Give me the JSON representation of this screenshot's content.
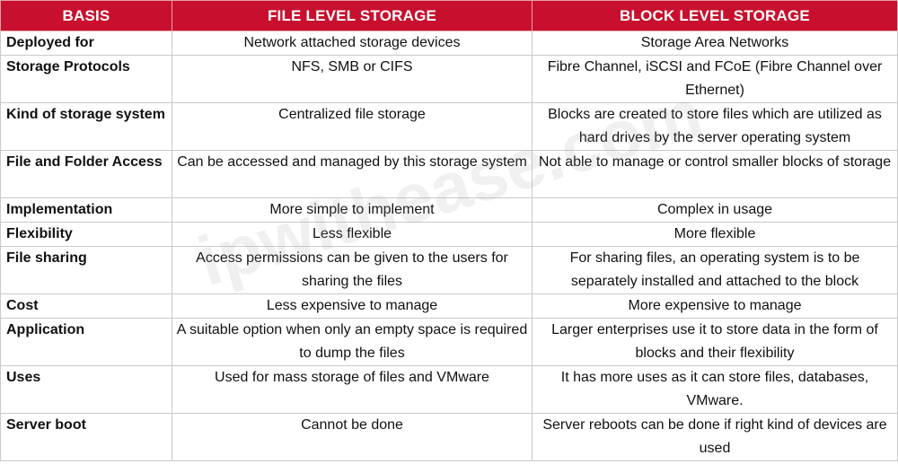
{
  "headers": {
    "basis": "BASIS",
    "file": "FILE LEVEL STORAGE",
    "block": "BLOCK LEVEL STORAGE"
  },
  "rows": [
    {
      "basis": "Deployed for",
      "file": "Network attached storage devices",
      "block": "Storage Area Networks"
    },
    {
      "basis": "Storage Protocols",
      "file": "NFS, SMB or CIFS",
      "block": "Fibre Channel, iSCSI and FCoE (Fibre Channel over Ethernet)"
    },
    {
      "basis": "Kind of storage system",
      "file": "Centralized file storage",
      "block": "Blocks are created to store files which are utilized as hard drives by the server operating system"
    },
    {
      "basis": "File and Folder Access",
      "file": "Can be accessed and managed by this storage system",
      "block": "Not able to manage or control smaller blocks of storage"
    },
    {
      "basis": "Implementation",
      "file": "More simple to implement",
      "block": "Complex in usage"
    },
    {
      "basis": "Flexibility",
      "file": "Less flexible",
      "block": "More flexible"
    },
    {
      "basis": "File sharing",
      "file": "Access permissions can be given to the users for sharing the files",
      "block": "For sharing files, an operating system is to be separately installed and attached to the block"
    },
    {
      "basis": "Cost",
      "file": "Less expensive to manage",
      "block": "More expensive to manage"
    },
    {
      "basis": "Application",
      "file": "A suitable option when only an empty space is required to dump the files",
      "block": "Larger enterprises use it to store data in the form of blocks and their flexibility"
    },
    {
      "basis": "Uses",
      "file": "Used for mass storage of files and VMware",
      "block": "It has more uses as it can store files, databases, VMware."
    },
    {
      "basis": "Server boot",
      "file": "Cannot be done",
      "block": "Server reboots can be done if right kind of devices are used"
    }
  ],
  "watermark": "ipwithease.com"
}
